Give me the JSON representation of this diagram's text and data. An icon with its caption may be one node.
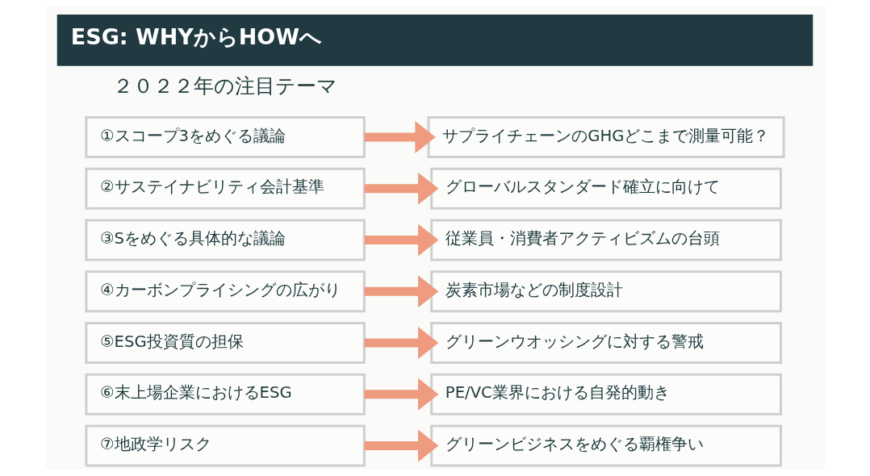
{
  "diagram": {
    "title": "ESG: WHYからHOWへ",
    "nodes": [
      {
        "text": [
          "①スコープ3をめぐる議論"
        ]
      },
      {
        "text": [
          "②サステイナビリティ会計基準"
        ]
      },
      {
        "text": [
          "③Sをめぐる具体的な議論"
        ]
      },
      {
        "text": [
          "④カーボンプライシングの広がり"
        ]
      },
      {
        "text": [
          "⑤ESG投資質の担保"
        ]
      },
      {
        "text": [
          "⑥末上場企業におけるESG"
        ]
      },
      {
        "text": [
          "⑦地政学リスク"
        ]
      },
      {
        "text": [
          "サプライチェーンのGHGどこまで測量可能？"
        ]
      },
      {
        "text": [
          "グローバルスタンダード確立に向けて"
        ]
      },
      {
        "text": [
          "従業員・消費者アクティビズムの台頭"
        ]
      },
      {
        "text": [
          "炭素市場などの制度設計"
        ]
      },
      {
        "text": [
          "グリーンウオッシングに対する警戒"
        ]
      },
      {
        "text": [
          "PE/VC業界における自発的動き"
        ]
      },
      {
        "text": [
          "グリーンビジネスをめぐる覇権争い"
        ]
      }
    ],
    "edges": [
      {
        "from": 0,
        "to": 7,
        "arrow": "to"
      },
      {
        "from": 1,
        "to": 8,
        "arrow": "to"
      },
      {
        "from": 2,
        "to": 9,
        "arrow": "to"
      },
      {
        "from": 3,
        "to": 10,
        "arrow": "to"
      },
      {
        "from": 4,
        "to": 11,
        "arrow": "to"
      },
      {
        "from": 5,
        "to": 12,
        "arrow": "to"
      },
      {
        "from": 6,
        "to": 13,
        "arrow": "to"
      }
    ],
    "labels": [
      "２０２２年の注目テーマ"
    ]
  }
}
